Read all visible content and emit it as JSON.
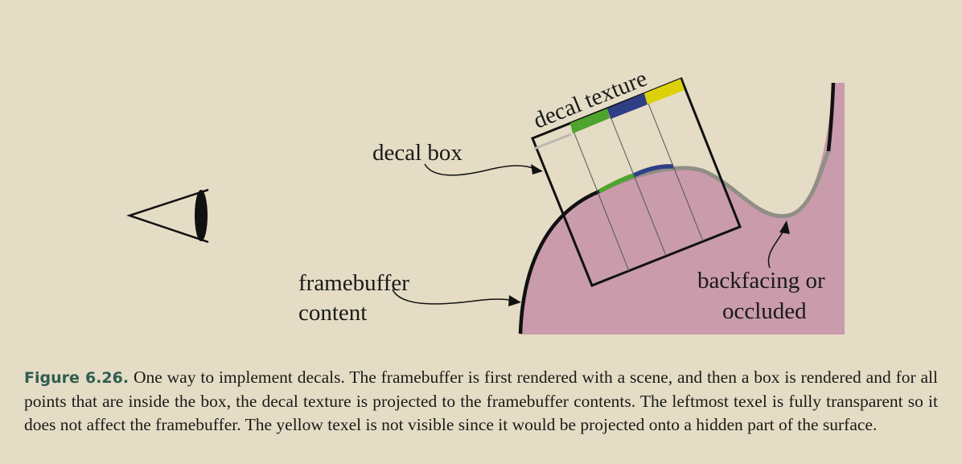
{
  "labels": {
    "decal_texture": "decal texture",
    "decal_box": "decal box",
    "framebuffer_line1": "framebuffer",
    "framebuffer_line2": "content",
    "backfacing_line1": "backfacing or",
    "backfacing_line2": "occluded"
  },
  "caption": {
    "figure_number": "Figure 6.26.",
    "text": "One way to implement decals. The framebuffer is first rendered with a scene, and then a box is rendered and for all points that are inside the box, the decal texture is projected to the framebuffer contents. The leftmost texel is fully transparent so it does not affect the framebuffer. The yellow texel is not visible since it would be projected onto a hidden part of the surface."
  },
  "colors": {
    "background": "#e4dcc4",
    "surface_fill": "#c99bab",
    "texel_green": "#4fa32f",
    "texel_blue": "#2f3f85",
    "texel_yellow": "#dcd10a",
    "transparent_texel": "#b8b8b0",
    "caption_figure_number": "#2f5d50"
  },
  "icons": {
    "eye": "eye-icon"
  }
}
